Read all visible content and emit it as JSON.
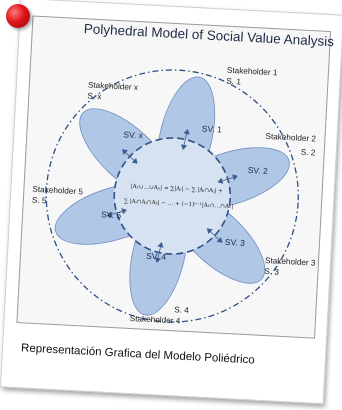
{
  "title": "Polyhedral Model of Social Value Analysis",
  "caption": "Representación Grafica del Modelo Poliédrico",
  "stakeholders": [
    {
      "name": "Stakeholder 1",
      "code": "S. 1"
    },
    {
      "name": "Stakeholder 2",
      "code": "S. 2"
    },
    {
      "name": "Stakeholder 3",
      "code": "S. 3"
    },
    {
      "name": "Stakeholder 4",
      "code": "S. 4"
    },
    {
      "name": "Stakeholder 5",
      "code": "S. 5"
    },
    {
      "name": "Stakeholder x",
      "code": "S. x"
    }
  ],
  "petals": [
    "SV. 1",
    "SV. 2",
    "SV. 3",
    "SV. 4",
    "SV. 5",
    "SV. x"
  ],
  "formula": {
    "line1": "|A₁∪…∪Aₙ| = ∑|Aᵢ| − ∑ |Aᵢ∩Aⱼ| +",
    "line2": "∑ |Aᵢ∩Aⱼ∩Aₖ| − … + (−1)ⁿ⁻¹|A₁∩…∩Aₙ|"
  },
  "colors": {
    "petal_fill": "#a9c1e3",
    "petal_stroke": "#6f8fbf",
    "center_fill": "#d6e2f1",
    "dash_stroke": "#2f4f86",
    "pin": "#e0141a"
  }
}
